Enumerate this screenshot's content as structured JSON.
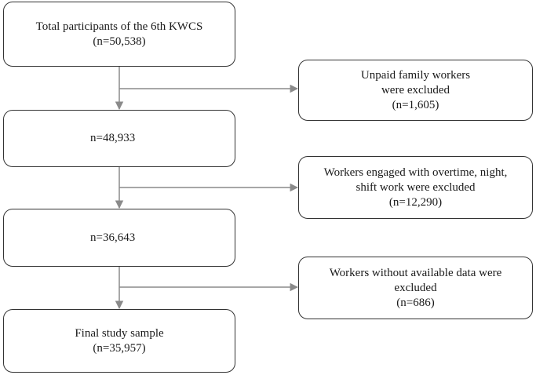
{
  "flowchart": {
    "main_boxes": [
      {
        "lines": [
          "Total participants of the 6th KWCS",
          "(n=50,538)"
        ]
      },
      {
        "lines": [
          "n=48,933"
        ]
      },
      {
        "lines": [
          "n=36,643"
        ]
      },
      {
        "lines": [
          "Final study sample",
          "(n=35,957)"
        ]
      }
    ],
    "exclusion_boxes": [
      {
        "lines": [
          "Unpaid family workers",
          "were excluded",
          "(n=1,605)"
        ]
      },
      {
        "lines": [
          "Workers engaged with overtime, night,",
          "shift work were excluded",
          "(n=12,290)"
        ]
      },
      {
        "lines": [
          "Workers without available data were",
          "excluded",
          "(n=686)"
        ]
      }
    ]
  },
  "colors": {
    "border": "#333333",
    "connector": "#8a8a8a",
    "background": "#ffffff"
  }
}
